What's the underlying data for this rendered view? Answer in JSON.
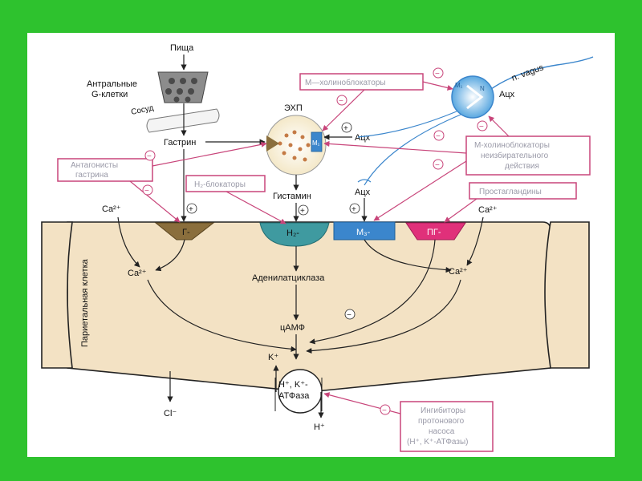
{
  "labels": {
    "food": "Пища",
    "antral_g_cells_line1": "Антральные",
    "antral_g_cells_line2": "G-клетки",
    "vessel": "Сосуд",
    "gastrin": "Гастрин",
    "ecl": "ЭХП",
    "histamine": "Гистамин",
    "ach": "Ацх",
    "ach_bottom": "Ацх",
    "ach_top": "Ацх",
    "n_vagus": "n. vagus",
    "ca_left": "Ca²⁺",
    "ca_left_inner": "Ca²⁺",
    "ca_right": "Ca²⁺",
    "ca_right_inner": "Ca²⁺",
    "adenylate_cyclase": "Аденилатциклаза",
    "camp": "цАМФ",
    "k_plus": "K⁺",
    "atpase_line1": "H⁺, K⁺-",
    "atpase_line2": "АТФаза",
    "h_plus": "H⁺",
    "cl_minus": "Cl⁻",
    "parietal_cell": "Париетальная клетка",
    "receptor_g": "Г-",
    "receptor_h2": "H₂-",
    "receptor_m3": "M₃-",
    "receptor_pg": "ПГ-",
    "m1": "M₁",
    "ganglion_m1": "M₁",
    "ganglion_n": "N"
  },
  "boxes": {
    "m_cholinoblockers": "М—холиноблокаторы",
    "gastrin_antagonists_line1": "Антагонисты",
    "gastrin_antagonists_line2": "гастрина",
    "h2_blockers": "H₂-блокаторы",
    "nonselective_line1": "М-холиноблокаторы",
    "nonselective_line2": "неизбирательного",
    "nonselective_line3": "действия",
    "prostaglandins": "Простагландины",
    "ppi_line1": "Ингибиторы",
    "ppi_line2": "протонового",
    "ppi_line3": "насоса",
    "ppi_line4": "(H⁺, K⁺-АТФазы)"
  },
  "signs": {
    "plus": "+",
    "minus": "−"
  },
  "colors": {
    "frame_green": "#2ec22e",
    "pink": "#c8457a",
    "cell_fill": "#f3e2c4",
    "g_receptor": "#8a6e3c",
    "h2_receptor": "#3f9aa0",
    "m3_receptor": "#3b86cc",
    "pg_receptor": "#e0307a",
    "vagus_blue": "#3b86cc"
  }
}
